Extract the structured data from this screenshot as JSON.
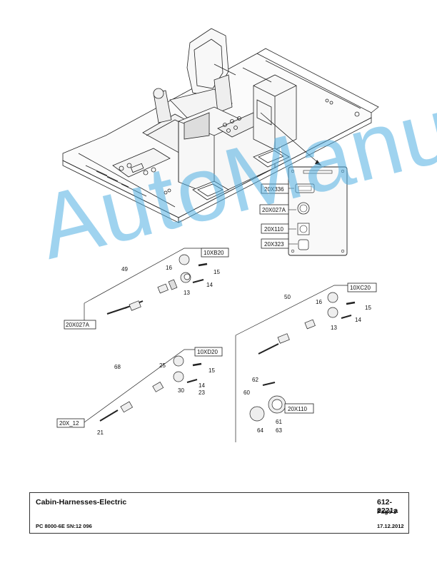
{
  "drawing": {
    "connector_labels": [
      "20X336",
      "20X027A",
      "20X110",
      "20X323"
    ],
    "group_labels": [
      "10XB20",
      "10XC20",
      "10XD20",
      "20X027A",
      "20X_12",
      "20X110"
    ],
    "part_numbers": [
      "49",
      "16",
      "15",
      "13",
      "14",
      "50",
      "16",
      "15",
      "13",
      "14",
      "68",
      "25",
      "15",
      "30",
      "14",
      "23",
      "21",
      "62",
      "60",
      "61",
      "63",
      "64"
    ]
  },
  "watermark": "AutoManual",
  "title_block": {
    "title": "Cabin-Harnesses-Electric",
    "doc_number": "612-2221a",
    "page": "Page 3",
    "model": "PC 8000-6E SN:12 096",
    "date": "17.12.2012"
  }
}
